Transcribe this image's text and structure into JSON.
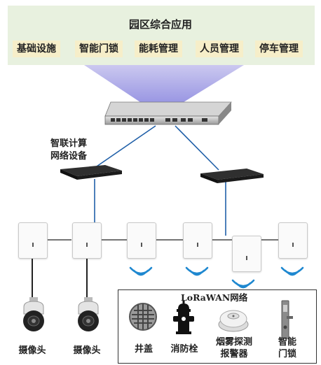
{
  "title": "园区综合应用",
  "apps": [
    "基础设施",
    "智能门锁",
    "能耗管理",
    "人员管理",
    "停车管理"
  ],
  "gateway_label_line1": "智联计算",
  "gateway_label_line2": "网络设备",
  "lora_title": "LoRaWAN网络",
  "cameras": [
    "摄像头",
    "摄像头"
  ],
  "devices": {
    "manhole": "井盖",
    "hydrant": "消防栓",
    "smoke_line1": "烟雾探测",
    "smoke_line2": "报警器",
    "lock_line1": "智能",
    "lock_line2": "门锁"
  },
  "colors": {
    "blue_line": "#1f5fa8",
    "signal_blue": "#1f88d0",
    "app_bg": "#f6eec9",
    "header_bg": "#e8f1df"
  }
}
